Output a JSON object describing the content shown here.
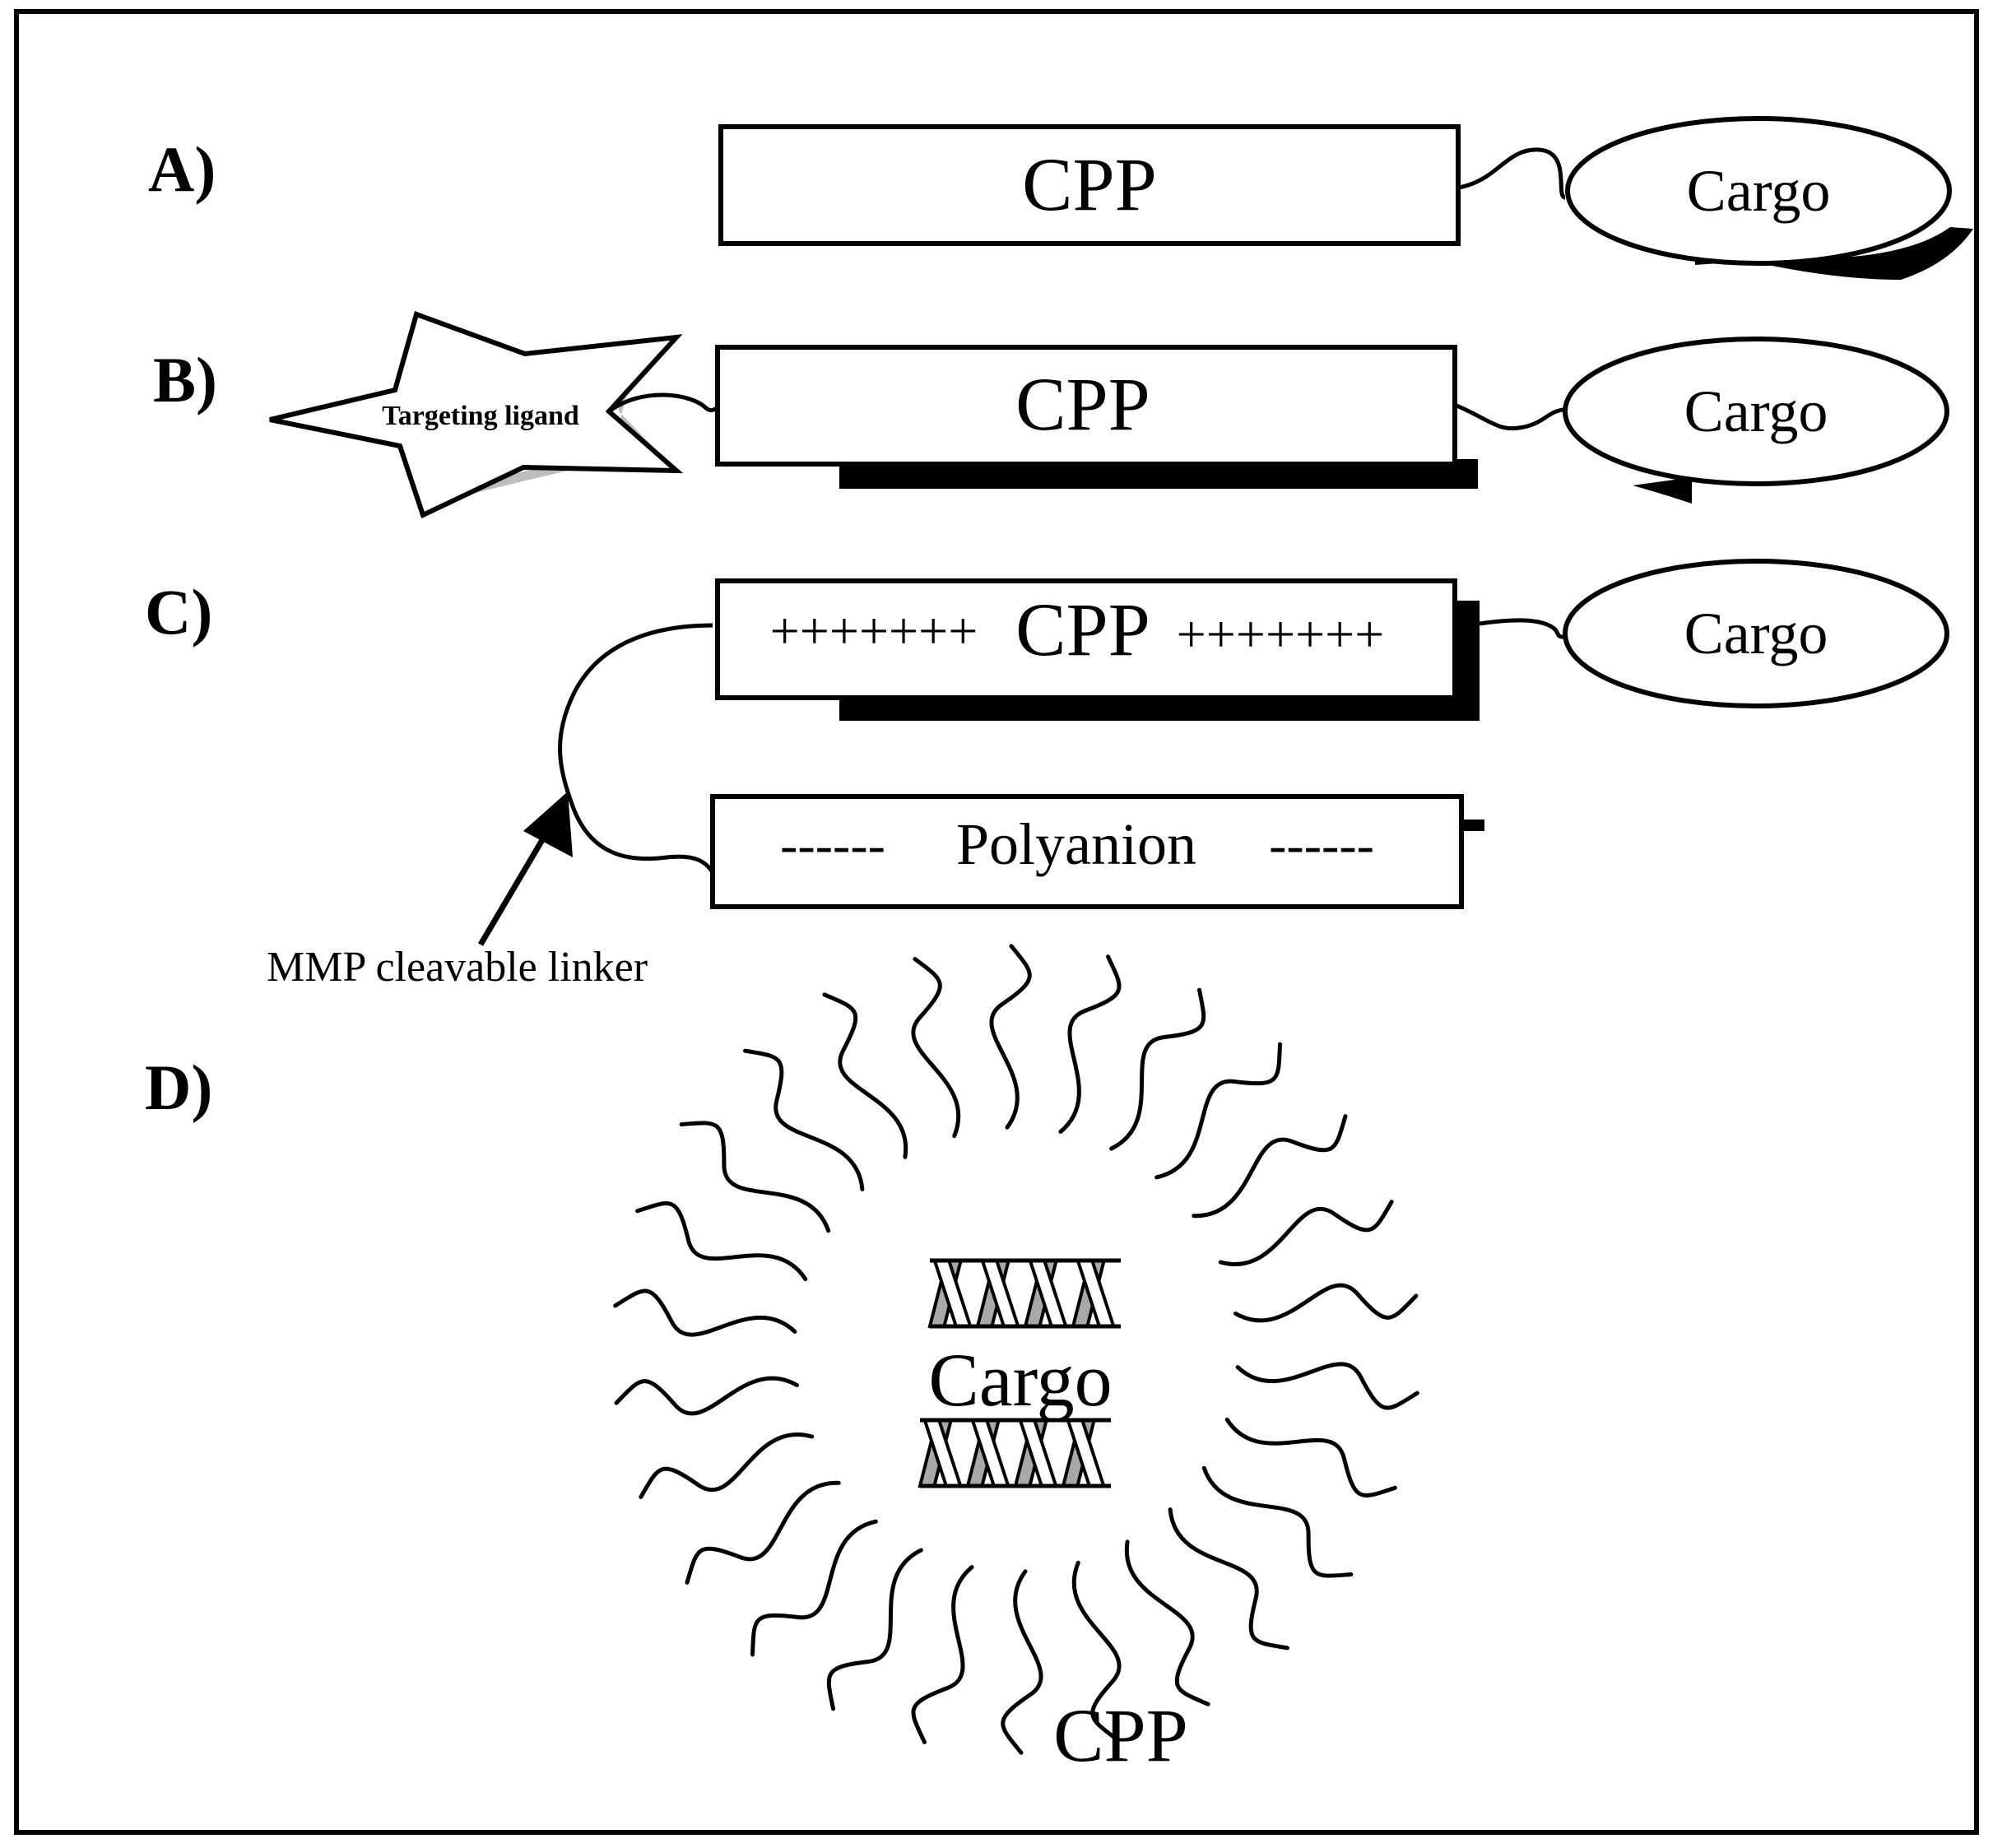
{
  "panels": {
    "a": {
      "label": "A)",
      "cpp": "CPP",
      "cargo": "Cargo"
    },
    "b": {
      "label": "B)",
      "ligand": "Targeting ligand",
      "cpp": "CPP",
      "cargo": "Cargo"
    },
    "c": {
      "label": "C)",
      "cpp": "CPP",
      "plus_left": "+++++++",
      "plus_right": "+++++++",
      "cargo": "Cargo",
      "polyanion": "Polyanion",
      "minus_left": "------",
      "minus_right": "------",
      "linker": "MMP cleavable linker"
    },
    "d": {
      "label": "D)",
      "cargo": "Cargo",
      "cpp": "CPP"
    }
  },
  "colors": {
    "ink": "#000000",
    "shadow": "#000000",
    "ligand_shade": "#bdbdbd",
    "helix_grey": "#a8a8a8"
  }
}
